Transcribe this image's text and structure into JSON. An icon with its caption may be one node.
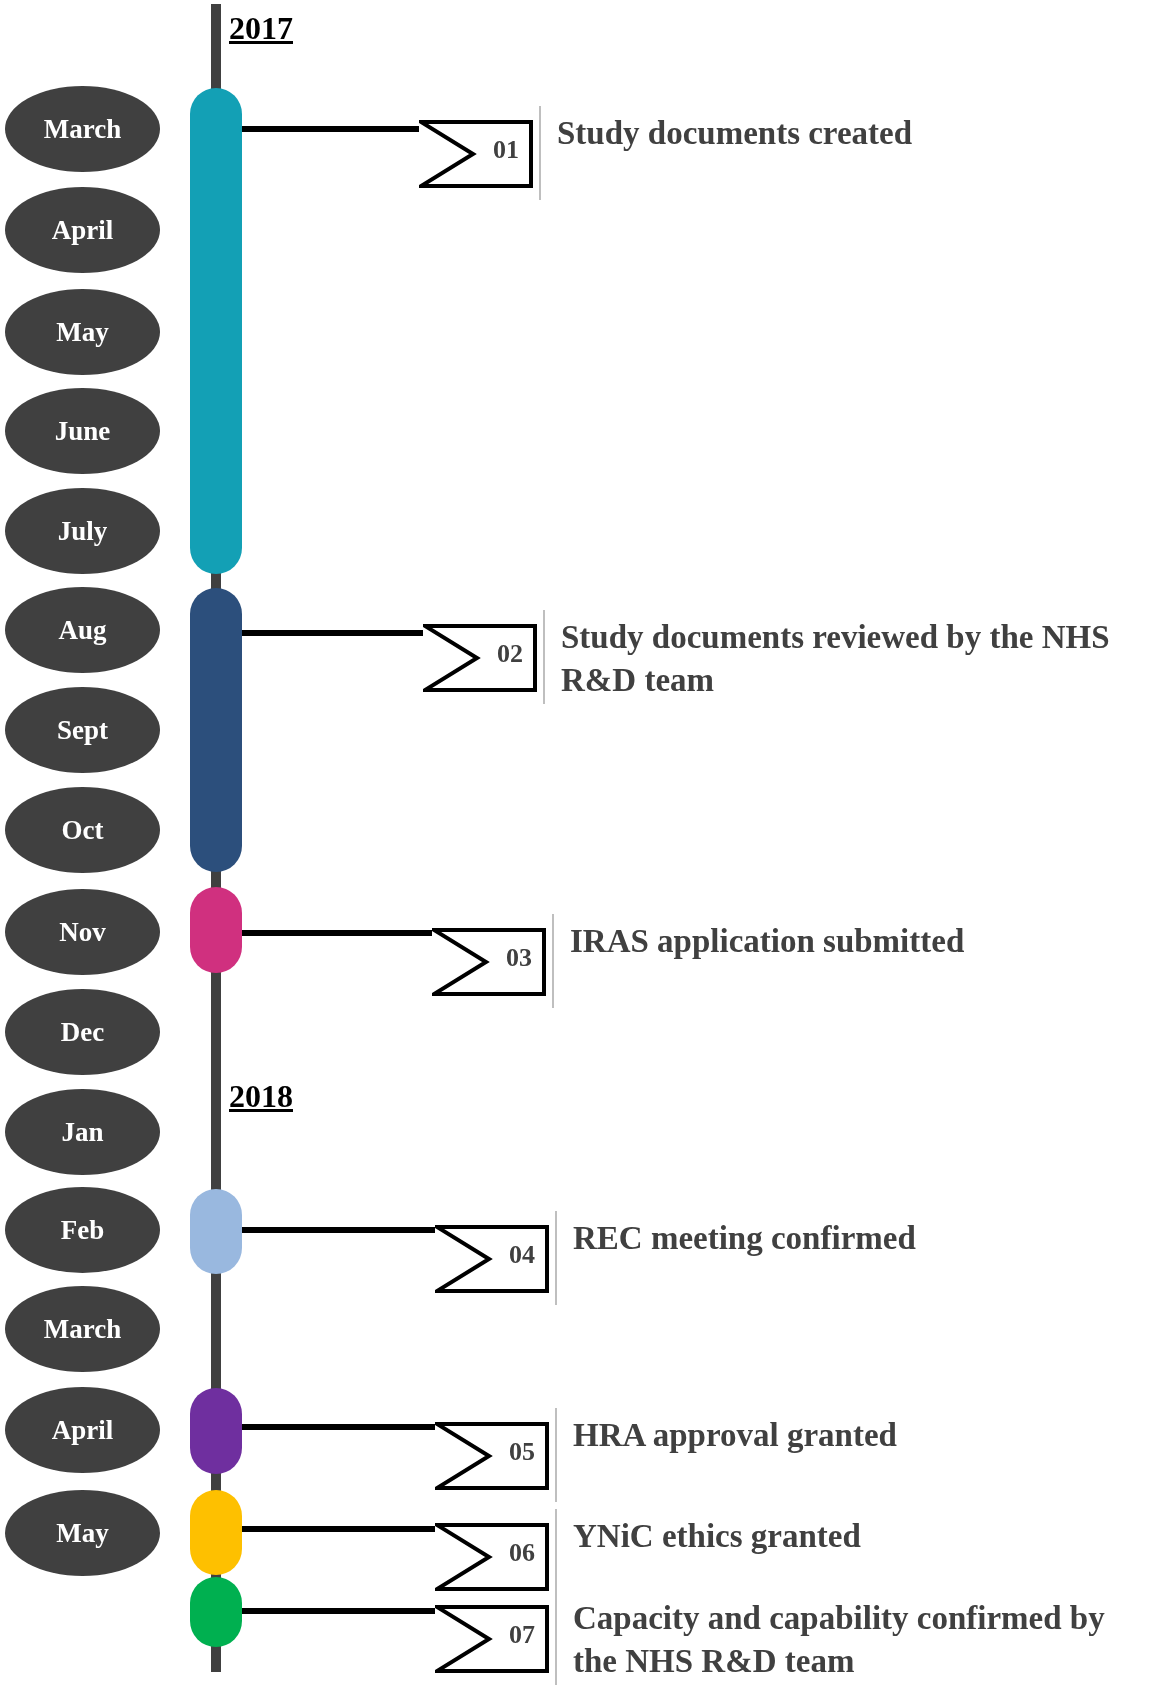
{
  "diagram": {
    "nodes": [
      {
        "text": [
          "March"
        ]
      },
      {
        "text": [
          "April"
        ]
      },
      {
        "text": [
          "May"
        ]
      },
      {
        "text": [
          "June"
        ]
      },
      {
        "text": [
          "July"
        ]
      },
      {
        "text": [
          "Aug"
        ]
      },
      {
        "text": [
          "Sept"
        ]
      },
      {
        "text": [
          "Oct"
        ]
      },
      {
        "text": [
          "Nov"
        ]
      },
      {
        "text": [
          "Dec"
        ]
      },
      {
        "text": [
          "Jan"
        ]
      },
      {
        "text": [
          "Feb"
        ]
      },
      {
        "text": [
          "March"
        ]
      },
      {
        "text": [
          "April"
        ]
      },
      {
        "text": [
          "May"
        ]
      },
      {
        "text": [],
        "shape": "bar"
      },
      {
        "text": [],
        "shape": "bar"
      },
      {
        "text": [],
        "shape": "bar"
      },
      {
        "text": [],
        "shape": "bar"
      },
      {
        "text": [],
        "shape": "bar"
      },
      {
        "text": [],
        "shape": "bar"
      },
      {
        "text": [],
        "shape": "bar"
      },
      {
        "text": [
          "01"
        ],
        "beside": [
          "Study documents created"
        ]
      },
      {
        "text": [
          "02"
        ],
        "beside": [
          "Study documents reviewed by the NHS R&D team"
        ]
      },
      {
        "text": [
          "03"
        ],
        "beside": [
          "IRAS application submitted"
        ]
      },
      {
        "text": [
          "04"
        ],
        "beside": [
          "REC meeting confirmed"
        ]
      },
      {
        "text": [
          "05"
        ],
        "beside": [
          "HRA approval granted"
        ]
      },
      {
        "text": [
          "06"
        ],
        "beside": [
          "YNiC ethics granted"
        ]
      },
      {
        "text": [
          "07"
        ],
        "beside": [
          "Capacity and capability confirmed by the NHS R&D team"
        ]
      }
    ],
    "edges": [
      {
        "from": 15,
        "to": 22,
        "arrow": "none"
      },
      {
        "from": 16,
        "to": 23,
        "arrow": "none"
      },
      {
        "from": 17,
        "to": 24,
        "arrow": "none"
      },
      {
        "from": 18,
        "to": 25,
        "arrow": "none"
      },
      {
        "from": 19,
        "to": 26,
        "arrow": "none"
      },
      {
        "from": 20,
        "to": 27,
        "arrow": "none"
      },
      {
        "from": 21,
        "to": 28,
        "arrow": "none"
      }
    ],
    "labels": [
      "2017",
      "2018"
    ]
  }
}
